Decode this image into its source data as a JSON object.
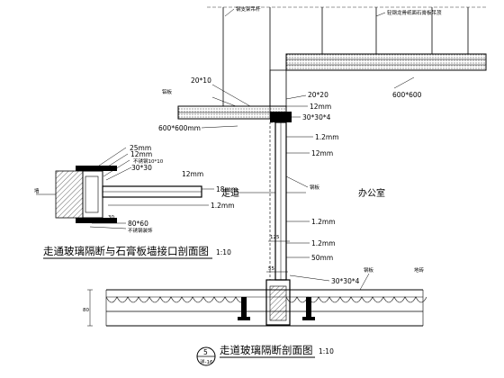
{
  "detail_left": {
    "title": "走通玻璃隔断与石膏板墙接口剖面图",
    "scale": "1:10",
    "labels": {
      "wall_ref": "墙",
      "d25": "25mm",
      "d12": "12mm",
      "d1010": "不锈钢10*10",
      "d3030": "30*30",
      "glass12": "12mm",
      "glass18": "18mm",
      "plate12": "1.2mm",
      "bottom_sq": "80*60",
      "bottom_cap": "不锈钢装饰",
      "dim_30": "30"
    }
  },
  "detail_main": {
    "title": "走道玻璃隔断剖面图",
    "scale": "1:10",
    "callout_number": "5",
    "callout_sheet": "详-16",
    "room_left": "走道",
    "room_right": "办公室",
    "top_left_note": "钢支架吊杆",
    "top_right_note": "轻钢龙骨纸面石膏板吊顶",
    "left_notes": {
      "n1": "20*10",
      "n2": "铝板",
      "n3": "600*600mm"
    },
    "right_notes": {
      "r1": "20*20",
      "r2": "12mm",
      "r3": "600*600",
      "r4": "30*30*4",
      "r5": "1.2mm",
      "r6": "12mm",
      "r7": "钢板",
      "r8": "1.2mm",
      "r9": "1.2mm",
      "r10": "50mm",
      "r11": "30*30*4",
      "r12": "钢板",
      "r13": "地砖"
    },
    "dims": {
      "d125": "125",
      "d55": "55",
      "d80": "80"
    }
  }
}
